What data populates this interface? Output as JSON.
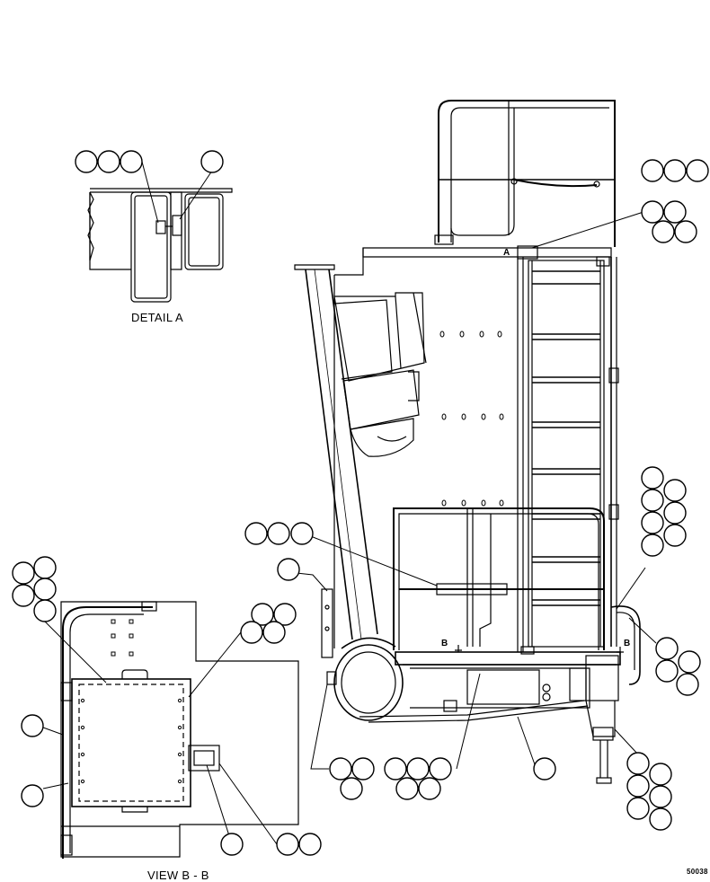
{
  "labels": {
    "detail_a": "DETAIL  A",
    "view_bb": "VIEW  B - B",
    "section_a": "A",
    "section_b_left": "B",
    "section_b_right": "B",
    "drawing_number": "50038"
  }
}
